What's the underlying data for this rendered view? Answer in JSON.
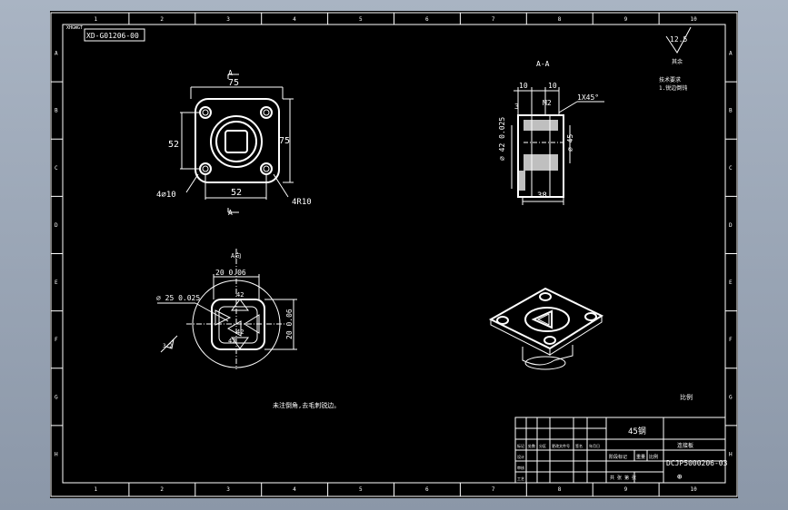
{
  "frame": {
    "col_labels": [
      "1",
      "2",
      "3",
      "4",
      "5",
      "6",
      "7",
      "8",
      "9",
      "10"
    ],
    "row_labels": [
      "A",
      "B",
      "C",
      "D",
      "E",
      "F",
      "G",
      "H"
    ],
    "corner_code": "XHGWGT",
    "drawing_no_box": "XD-G01206-00"
  },
  "views": {
    "top_view": {
      "section_mark_top": "A",
      "section_mark_bottom": "A",
      "dim_width": "75",
      "dim_inner_v": "52",
      "dim_height": "75",
      "dim_inner_h": "52",
      "hole_note": "4⌀10",
      "radius_note": "4R10"
    },
    "section_view": {
      "title": "A-A",
      "dim_left_10": "10",
      "dim_right_10": "10",
      "dim_m2": "M2",
      "chamfer": "1X45°",
      "dim_3": "3",
      "dim_dia_big": "⌀ 42 0.025",
      "dim_dia_45": "⌀ 45",
      "dim_38": "38"
    },
    "detail_view": {
      "title": "A向",
      "dim_top": "20 0.06",
      "dim_dia": "⌀ 25 0.025",
      "dim_side": "20 0.06",
      "angle_1": "42",
      "angle_2": "42",
      "angle_3": "42",
      "roughness": "3.2"
    }
  },
  "notes": {
    "roughness_other": "12.5",
    "roughness_caption": "其余",
    "tech_req_title": "技术要求",
    "tech_req_item": "1.锐边倒钝",
    "heat_treat": "未注倒角,去毛刺锐边。",
    "scale_note": "比例"
  },
  "title_block": {
    "material": "45钢",
    "part_name": "连接板",
    "drawing_no": "DCJP5000206-03",
    "header_row": [
      "标记",
      "处数",
      "分区",
      "更改文件号",
      "签名",
      "年月日"
    ],
    "stage_row": [
      "阶段标记",
      "重量",
      "比例"
    ],
    "rows": [
      "设计",
      "审核",
      "工艺"
    ],
    "sheet_info": "共 张 第 张",
    "projection": "⊕"
  }
}
